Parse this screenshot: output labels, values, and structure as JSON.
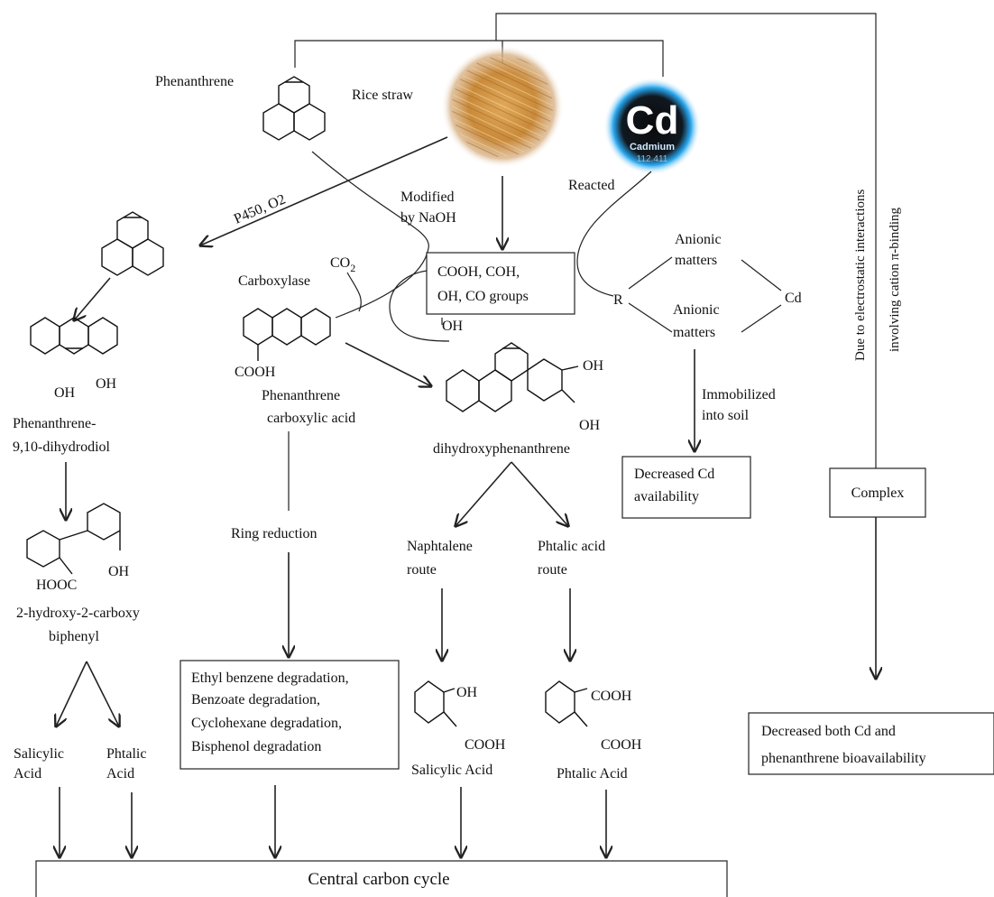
{
  "inputs": {
    "phenanthrene": "Phenanthrene",
    "rice_straw": "Rice straw",
    "cd_symbol": "Cd",
    "cd_name": "Cadmium",
    "cd_mass": "112.411"
  },
  "edges": {
    "p450": "P450, O2",
    "modified": [
      "Modified",
      "by NaOH"
    ],
    "reacted": "Reacted",
    "carboxylase": "Carboxylase",
    "co2": "CO2",
    "immobilized": [
      "Immobilized",
      "into soil"
    ],
    "side_note": [
      "Due to electrostatic interactions",
      "involving cation π-binding"
    ]
  },
  "groups_box": [
    "COOH, COH,",
    "OH, CO groups"
  ],
  "complexation": {
    "r": "R",
    "anionic": [
      "Anionic",
      "matters"
    ],
    "cd": "Cd"
  },
  "molecules": {
    "oh": "OH",
    "oh_single": "OH",
    "cooh": "COOH",
    "hooc": "HOOC",
    "phen_diol": [
      "Phenanthrene-",
      "9,10-dihydrodiol"
    ],
    "hydroxy_biphenyl": [
      "2-hydroxy-2-carboxy",
      "biphenyl"
    ],
    "carboxylic": [
      "Phenanthrene",
      "carboxylic acid"
    ],
    "dihydroxy": "dihydroxyphenanthrene"
  },
  "routes": {
    "ring_reduction": "Ring reduction",
    "naphtalene": [
      "Naphtalene",
      "route"
    ],
    "phtalic": [
      "Phtalic acid",
      "route"
    ]
  },
  "products": {
    "salicylic_left": [
      "Salicylic",
      "Acid"
    ],
    "phtalic_left": [
      "Phtalic",
      "Acid"
    ],
    "salicylic_acid": "Salicylic Acid",
    "phtalic_acid": "Phtalic Acid"
  },
  "boxes": {
    "degradation": [
      "Ethyl benzene degradation,",
      "Benzoate degradation,",
      "Cyclohexane degradation,",
      "Bisphenol degradation"
    ],
    "decreased_cd": [
      "Decreased Cd",
      "availability"
    ],
    "complex": "Complex",
    "decreased_both": [
      "Decreased both Cd and",
      "phenanthrene bioavailability"
    ],
    "central": "Central carbon cycle"
  },
  "colors": {
    "cd_glow": "#2aa8f0",
    "cd_text": "#ffffff",
    "straw": "#c98a3a"
  }
}
